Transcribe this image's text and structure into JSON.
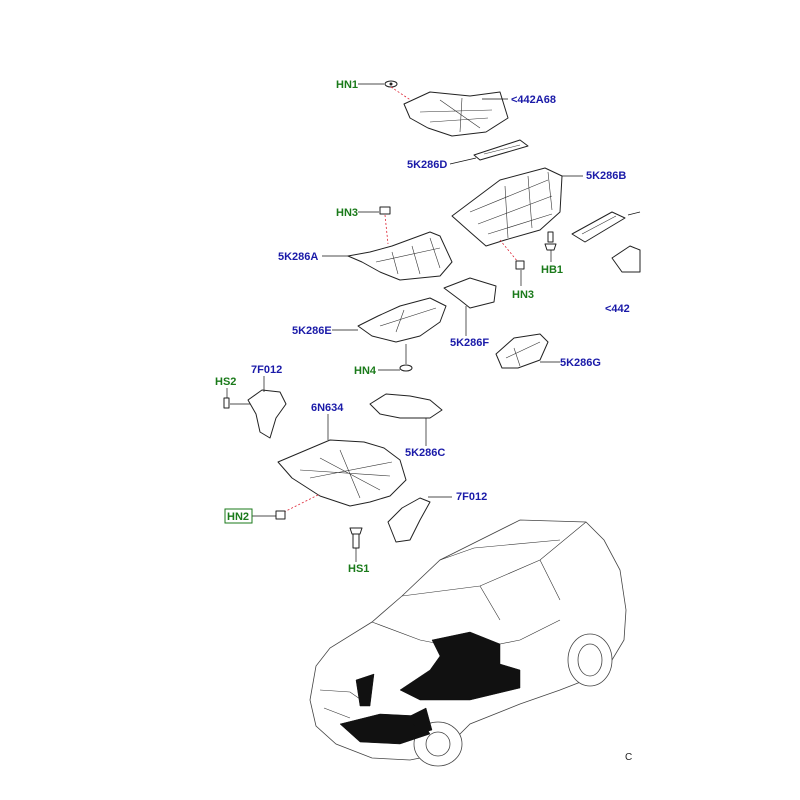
{
  "colors": {
    "part_code": "#1a1aa8",
    "hardware_code": "#1a7a1a",
    "callout_line": "#d23030"
  },
  "labels": {
    "hn1": "HN1",
    "p442a68": "<442A68",
    "p5k286d": "5K286D",
    "p5k286b": "5K286B",
    "hn3_left": "HN3",
    "p5k286a": "5K286A",
    "hb1": "HB1",
    "hn3_right": "HN3",
    "p442_partial": "<442",
    "p5k286e": "5K286E",
    "p5k286f": "5K286F",
    "hn4": "HN4",
    "p5k286g": "5K286G",
    "hs2": "HS2",
    "p7f012_left": "7F012",
    "p6n634": "6N634",
    "p5k286c": "5K286C",
    "p7f012_right": "7F012",
    "hn2": "HN2",
    "hs1": "HS1",
    "corner_mark": "C"
  }
}
